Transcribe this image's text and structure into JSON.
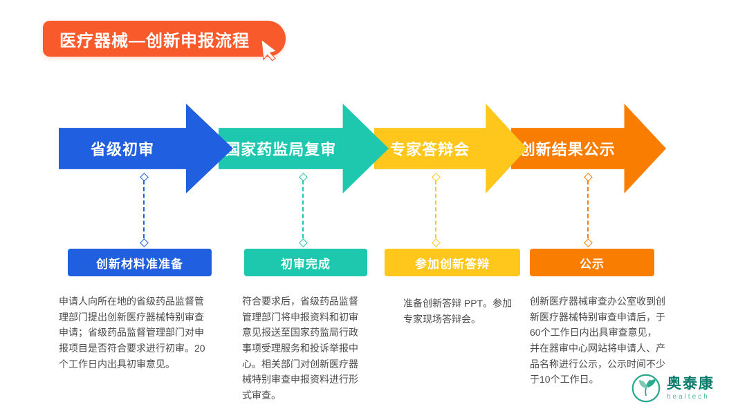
{
  "banner": {
    "title": "医疗器械—创新申报流程",
    "background_color": "#F95A2C",
    "cursor_icon": "mouse-pointer"
  },
  "steps": [
    {
      "arrow_label": "省级初审",
      "box_label": "创新材料准准备",
      "description": "申请人向所在地的省级药品监督管理部门提出创新医疗器械特别审查申请；省级药品监督管理部门对申报项目是否符合要求进行初审。20个工作日内出具初审意见。",
      "color": "#1F5FE0"
    },
    {
      "arrow_label": "国家药监局复审",
      "box_label": "初审完成",
      "description": "符合要求后，省级药品监督管理部门将申报资料和初审意见报送至国家药监局行政事项受理服务和投诉举报中心。相关部门对创新医疗器械特别审查申报资料进行形式审查。",
      "color": "#1EC8AE"
    },
    {
      "arrow_label": "专家答辩会",
      "box_label": "参加创新答辩",
      "description": "准备创新答辩 PPT。参加专家现场答辩会。",
      "color": "#FFC71C"
    },
    {
      "arrow_label": "创新结果公示",
      "box_label": "公示",
      "description": "创新医疗器械审查办公室收到创新医疗器械特别审查申请后，于60个工作日内出具审查意见，并在器审中心网站将申请人、产品名称进行公示，公示时间不少于10个工作日。",
      "color": "#F97E00"
    }
  ],
  "logo": {
    "name": "奥泰康",
    "subtitle": "healtech",
    "icon": "leaf-circle",
    "name_color": "#0B7B6C",
    "subtitle_color": "#49B89F"
  }
}
